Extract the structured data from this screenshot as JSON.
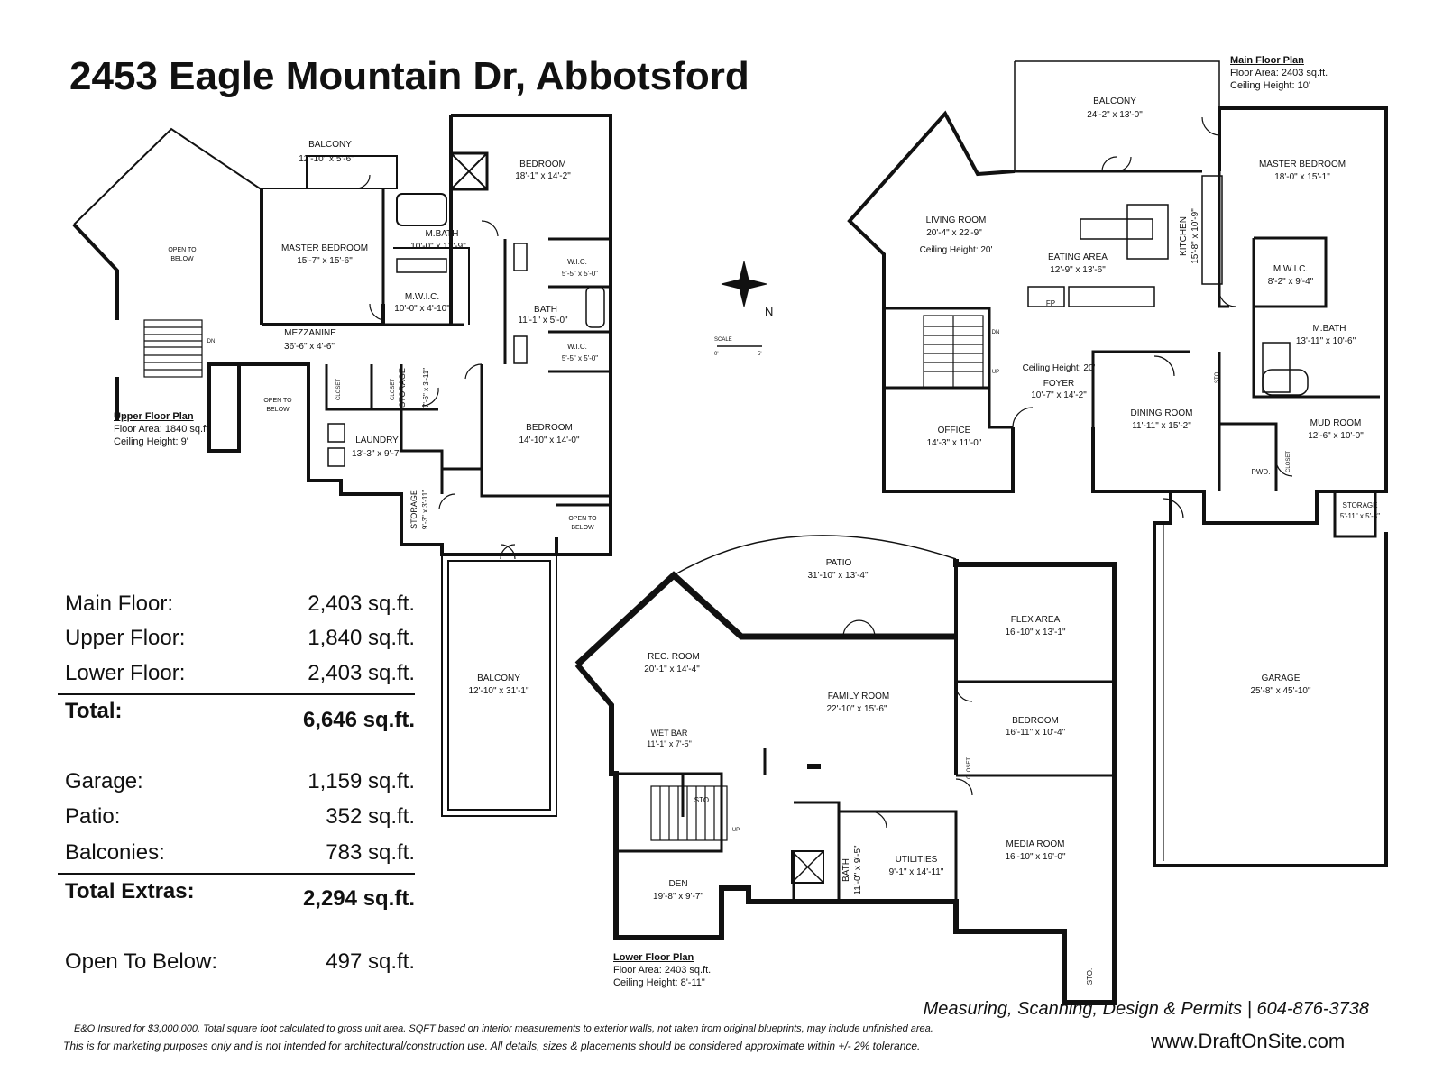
{
  "title": "2453 Eagle Mountain Dr, Abbotsford",
  "plans": {
    "upper": {
      "title": "Upper Floor Plan",
      "area": "Floor Area: 1840 sq.ft.",
      "ceiling": "Ceiling Height: 9'"
    },
    "main": {
      "title": "Main Floor Plan",
      "area": "Floor Area: 2403 sq.ft.",
      "ceiling": "Ceiling Height: 10'"
    },
    "lower": {
      "title": "Lower Floor Plan",
      "area": "Floor Area: 2403 sq.ft.",
      "ceiling": "Ceiling Height: 8'-11\""
    }
  },
  "stats": {
    "main_floor": {
      "label": "Main Floor:",
      "value": "2,403 sq.ft."
    },
    "upper_floor": {
      "label": "Upper Floor:",
      "value": "1,840 sq.ft."
    },
    "lower_floor": {
      "label": "Lower Floor:",
      "value": "2,403 sq.ft."
    },
    "total": {
      "label": "Total:",
      "value": "6,646 sq.ft."
    },
    "garage": {
      "label": "Garage:",
      "value": "1,159 sq.ft."
    },
    "patio": {
      "label": "Patio:",
      "value": "352 sq.ft."
    },
    "balconies": {
      "label": "Balconies:",
      "value": "783 sq.ft."
    },
    "total_extras": {
      "label": "Total Extras:",
      "value": "2,294 sq.ft."
    },
    "open_to_below": {
      "label": "Open To Below:",
      "value": "497 sq.ft."
    }
  },
  "rooms": {
    "upper": {
      "balcony_top": {
        "name": "BALCONY",
        "dim": "12'-10\" x 5'-6\""
      },
      "open_below_1": {
        "name": "OPEN TO",
        "dim": "BELOW"
      },
      "master_bedroom": {
        "name": "MASTER BEDROOM",
        "dim": "15'-7\" x 15'-6\""
      },
      "mbath": {
        "name": "M.BATH",
        "dim": "10'-0\" x 13'-9\""
      },
      "mwic": {
        "name": "M.W.I.C.",
        "dim": "10'-0\" x 4'-10\""
      },
      "bedroom_1": {
        "name": "BEDROOM",
        "dim": "18'-1\" x 14'-2\""
      },
      "wic_1": {
        "name": "W.I.C.",
        "dim": "5'-5\" x 5'-0\""
      },
      "bath": {
        "name": "BATH",
        "dim": "11'-1\" x 5'-0\""
      },
      "wic_2": {
        "name": "W.I.C.",
        "dim": "5'-5\" x 5'-0\""
      },
      "mezzanine": {
        "name": "MEZZANINE",
        "dim": "36'-6\" x 4'-6\""
      },
      "open_below_2": {
        "name": "OPEN TO",
        "dim": "BELOW"
      },
      "laundry": {
        "name": "LAUNDRY",
        "dim": "13'-3\" x 9'-7\""
      },
      "storage_1": {
        "name": "STORAGE",
        "dim": "7'-6\" x 3'-11\""
      },
      "storage_2": {
        "name": "STORAGE",
        "dim": "9'-3\" x 3'-11\""
      },
      "bedroom_2": {
        "name": "BEDROOM",
        "dim": "14'-10\" x 14'-0\""
      },
      "open_below_3": {
        "name": "OPEN TO",
        "dim": "BELOW"
      },
      "balcony_bottom": {
        "name": "BALCONY",
        "dim": "12'-10\" x 31'-1\""
      },
      "closet": "CLOSET",
      "dn": "DN"
    },
    "main": {
      "balcony": {
        "name": "BALCONY",
        "dim": "24'-2\" x 13'-0\""
      },
      "living_room": {
        "name": "LIVING ROOM",
        "dim": "20'-4\" x 22'-9\"",
        "ceiling": "Ceiling Height: 20'"
      },
      "eating_area": {
        "name": "EATING AREA",
        "dim": "12'-9\" x 13'-6\""
      },
      "kitchen": {
        "name": "KITCHEN",
        "dim": "15'-8\" x 10'-9\""
      },
      "master_bedroom": {
        "name": "MASTER BEDROOM",
        "dim": "18'-0\" x 15'-1\""
      },
      "mwic": {
        "name": "M.W.I.C.",
        "dim": "8'-2\" x 9'-4\""
      },
      "mbath": {
        "name": "M.BATH",
        "dim": "13'-11\" x 10'-6\""
      },
      "foyer": {
        "name": "FOYER",
        "dim": "10'-7\" x 14'-2\"",
        "ceiling": "Ceiling Height: 20'"
      },
      "office": {
        "name": "OFFICE",
        "dim": "14'-3\" x 11'-0\""
      },
      "dining_room": {
        "name": "DINING ROOM",
        "dim": "11'-11\" x 15'-2\""
      },
      "mud_room": {
        "name": "MUD ROOM",
        "dim": "12'-6\" x 10'-0\""
      },
      "storage": {
        "name": "STORAGE",
        "dim": "5'-11\" x 5'-8\""
      },
      "garage": {
        "name": "GARAGE",
        "dim": "25'-8\" x 45'-10\""
      },
      "sto": "STO.",
      "pwd": "PWD.",
      "closet": "CLOSET",
      "fp": "FP",
      "dn": "DN",
      "up": "UP"
    },
    "lower": {
      "patio": {
        "name": "PATIO",
        "dim": "31'-10\" x 13'-4\""
      },
      "rec_room": {
        "name": "REC. ROOM",
        "dim": "20'-1\" x 14'-4\""
      },
      "family_room": {
        "name": "FAMILY ROOM",
        "dim": "22'-10\" x 15'-6\""
      },
      "flex_area": {
        "name": "FLEX AREA",
        "dim": "16'-10\" x 13'-1\""
      },
      "bedroom": {
        "name": "BEDROOM",
        "dim": "16'-11\" x 10'-4\""
      },
      "wet_bar": {
        "name": "WET BAR",
        "dim": "11'-1\" x 7'-5\""
      },
      "bath": {
        "name": "BATH",
        "dim": "11'-0\" x 9'-5\""
      },
      "utilities": {
        "name": "UTILITIES",
        "dim": "9'-1\" x 14'-11\""
      },
      "media_room": {
        "name": "MEDIA ROOM",
        "dim": "16'-10\" x 19'-0\""
      },
      "den": {
        "name": "DEN",
        "dim": "19'-8\" x 9'-7\""
      },
      "sto": "STO.",
      "closet": "CLOSET",
      "up": "UP"
    }
  },
  "compass": {
    "north": "N"
  },
  "scale": {
    "label": "SCALE",
    "start": "0'",
    "end": "5'"
  },
  "footer": {
    "services": "Measuring, Scanning, Design & Permits | 604-876-3738",
    "insured": "E&O Insured for $3,000,000.  Total square foot calculated to gross unit area. SQFT based on interior measurements to exterior walls, not taken from original blueprints, may include unfinished area.",
    "disclaimer": "This is for marketing purposes only and is not intended for architectural/construction use.  All details, sizes & placements should be considered approximate within +/- 2%  tolerance.",
    "website": "www.DraftOnSite.com"
  }
}
